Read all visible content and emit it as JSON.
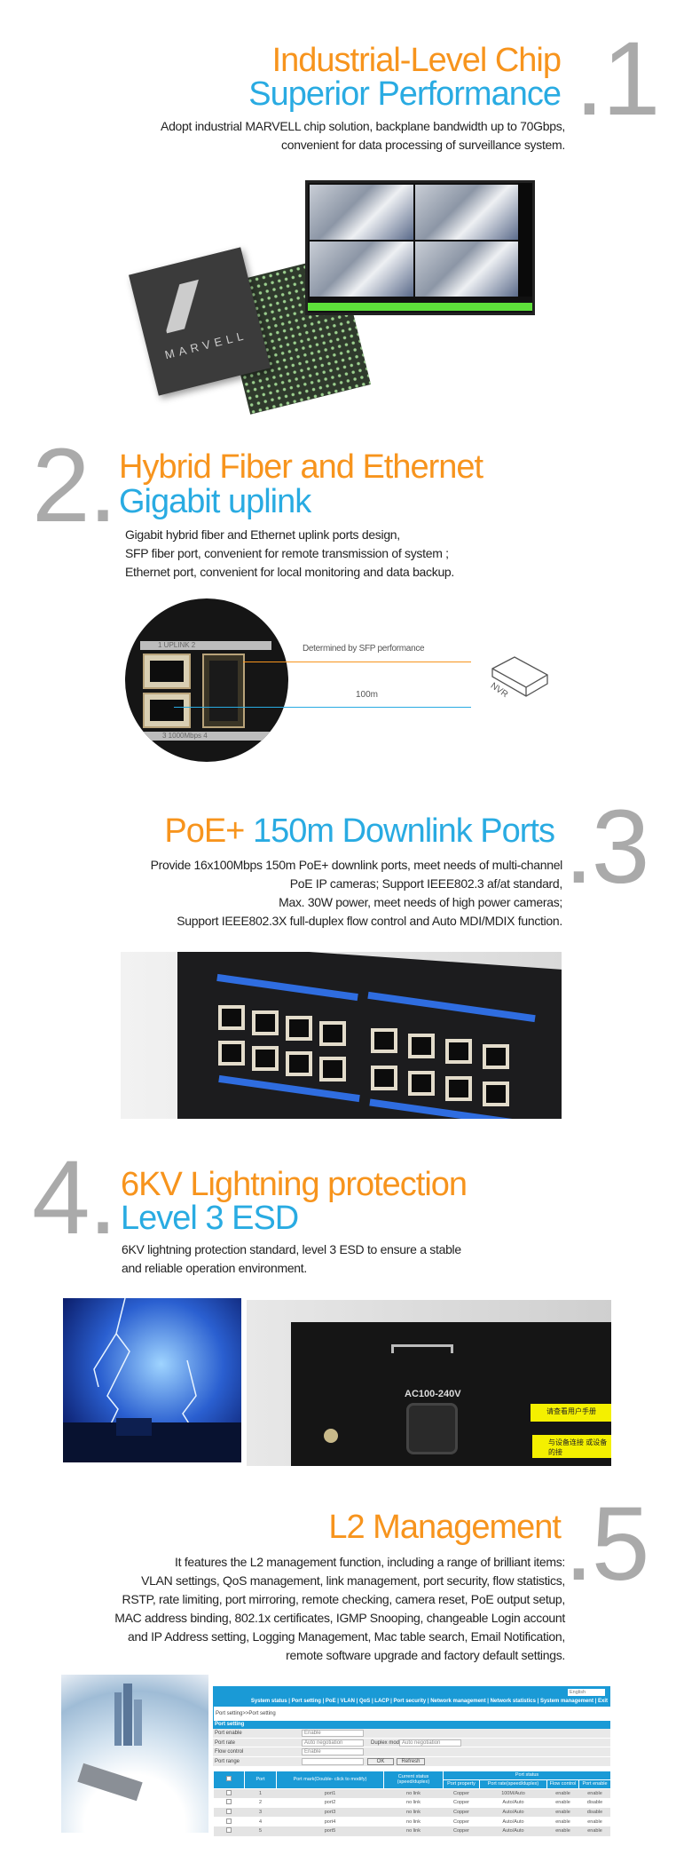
{
  "colors": {
    "orange": "#f7941d",
    "blue": "#29abe2",
    "number": "#aaaaaa"
  },
  "s1": {
    "number": ".1",
    "title_orange": "Industrial-Level Chip",
    "title_blue": "Superior Performance",
    "lines": [
      "Adopt industrial MARVELL chip solution, backplane bandwidth up to 70Gbps,",
      "convenient for data processing of surveillance system."
    ],
    "chip_logo": "MARVELL"
  },
  "s2": {
    "number": "2.",
    "title_orange": "Hybrid Fiber and Ethernet",
    "title_blue": "Gigabit uplink",
    "lines": [
      "Gigabit hybrid fiber and Ethernet uplink ports design,",
      "SFP fiber port, convenient for remote transmission of system ;",
      "Ethernet port, convenient for local monitoring and data backup."
    ],
    "diagram": {
      "top_label": "1   UPLINK   2",
      "bottom_label": "3  1000Mbps  4",
      "sfp_note": "Determined by SFP performance",
      "distance": "100m",
      "device": "NVR"
    }
  },
  "s3": {
    "number": ".3",
    "title_orange": "PoE+",
    "title_blue": "150m Downlink Ports",
    "lines": [
      "Provide 16x100Mbps 150m PoE+ downlink ports, meet needs of multi-channel",
      "PoE IP cameras; Support IEEE802.3 af/at standard,",
      "Max. 30W power, meet needs of high power cameras;",
      "Support IEEE802.3X full-duplex flow control and Auto MDI/MDIX function."
    ]
  },
  "s4": {
    "number": "4.",
    "title_orange": "6KV Lightning protection",
    "title_blue": "Level 3 ESD",
    "lines": [
      "6KV lightning protection standard, level 3 ESD to ensure a stable",
      "and reliable operation environment."
    ],
    "power_label": "AC100-240V",
    "warn1": "请查看用户手册",
    "warn2": "与设备连接 或设备的接"
  },
  "s5": {
    "number": ".5",
    "title_orange": "L2 Management",
    "lines": [
      "It features the L2 management function, including a range of brilliant items:",
      "VLAN settings, QoS management, link management, port security, flow statistics,",
      "RSTP, rate limiting,  port mirroring, remote checking, camera reset, PoE output setup,",
      "MAC address binding, 802.1x certificates, IGMP Snooping, changeable Login account",
      "and IP Address setting, Logging Management, Mac table search, Email Notification,",
      "remote software upgrade and factory default settings."
    ]
  },
  "web": {
    "language": "English",
    "nav": "System status | Port setting | PoE | VLAN | QoS | LACP | Port security | Network management | Network statistics | System management | Exit",
    "breadcrumb": "Port setting>>Port setting",
    "section": "Port setting",
    "form": {
      "port_enable_label": "Port enable",
      "port_enable": "Enable",
      "port_rate_label": "Port rate",
      "port_rate": "Auto negotiation",
      "duplex_label": "Duplex mode",
      "duplex": "Auto negotiation",
      "flow_label": "Flow control",
      "flow": "Enable",
      "range_label": "Port range",
      "ok": "OK",
      "refresh": "Refresh"
    },
    "headers": {
      "port": "Port",
      "mark": "Port mark(Double- click to modify)",
      "current": "Current status (speed/duplex)",
      "status_group": "Port status",
      "property": "Port property",
      "rate": "Port rate(speed/duplex)",
      "flow": "Flow control",
      "enable": "Port enable"
    },
    "rows": [
      [
        "1",
        "port1",
        "no link",
        "Copper",
        "100M/Auto",
        "enable",
        "enable"
      ],
      [
        "2",
        "port2",
        "no link",
        "Copper",
        "Auto/Auto",
        "enable",
        "disable"
      ],
      [
        "3",
        "port3",
        "no link",
        "Copper",
        "Auto/Auto",
        "enable",
        "disable"
      ],
      [
        "4",
        "port4",
        "no link",
        "Copper",
        "Auto/Auto",
        "enable",
        "enable"
      ],
      [
        "5",
        "port5",
        "no link",
        "Copper",
        "Auto/Auto",
        "enable",
        "enable"
      ]
    ]
  }
}
